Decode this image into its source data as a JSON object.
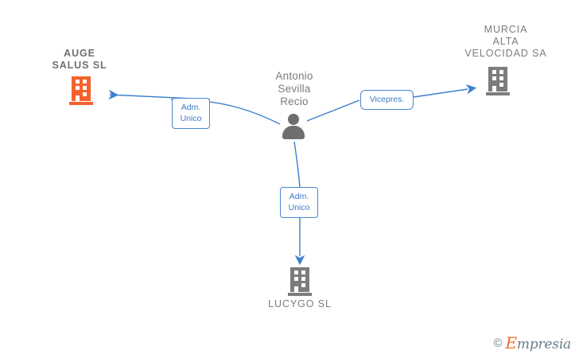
{
  "diagram": {
    "type": "org-relationship-graph",
    "background_color": "#ffffff",
    "edge_color": "#3c7fd0",
    "company_color": "#7c7c7c",
    "highlight_company_color": "#f4622d",
    "person_color": "#6e6e6e"
  },
  "nodes": {
    "person": {
      "name": "Antonio\nSevilla\nRecio",
      "icon": "person-icon",
      "color": "#6e6e6e"
    },
    "company_left": {
      "name": "AUGE\nSALUS  SL",
      "icon": "building-icon",
      "color": "#f4622d"
    },
    "company_right": {
      "name": "MURCIA\nALTA\nVELOCIDAD SA",
      "icon": "building-icon",
      "color": "#7c7c7c"
    },
    "company_bottom": {
      "name": "LUCYGO  SL",
      "icon": "building-icon",
      "color": "#7c7c7c"
    }
  },
  "edges": [
    {
      "id": "edge-left",
      "from": "person",
      "to": "company_left",
      "label": "Adm.\nUnico",
      "color": "#3c7fd0"
    },
    {
      "id": "edge-right",
      "from": "person",
      "to": "company_right",
      "label": "Vicepres.",
      "color": "#3c7fd0"
    },
    {
      "id": "edge-bottom",
      "from": "person",
      "to": "company_bottom",
      "label": "Adm.\nUnico",
      "color": "#3c7fd0"
    }
  ],
  "watermark": {
    "copyright": "©",
    "brand_initial": "E",
    "brand_rest": "mpresia"
  }
}
